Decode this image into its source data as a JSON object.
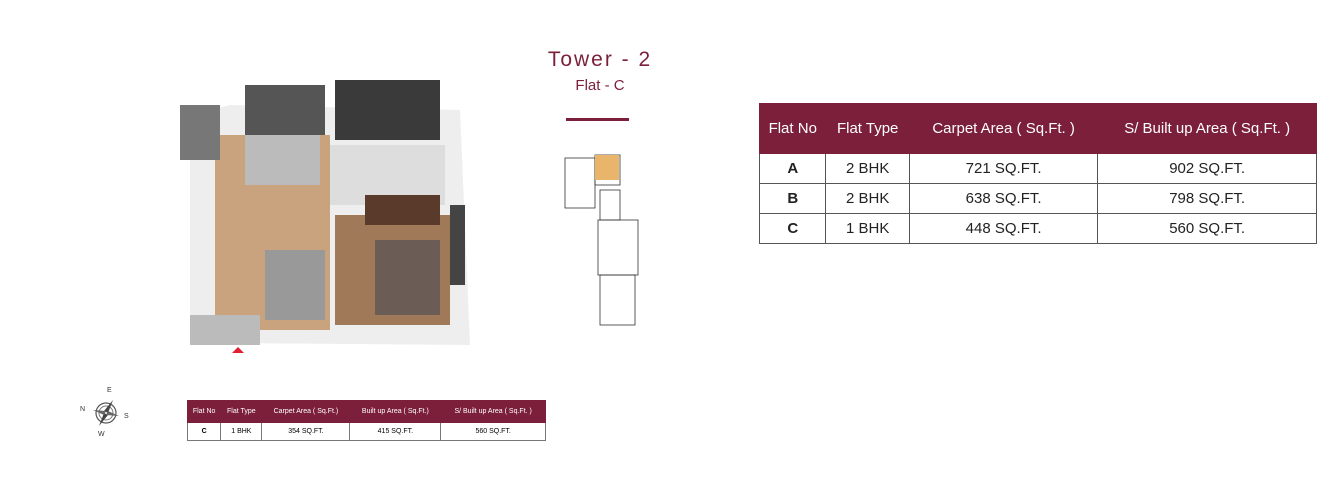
{
  "header": {
    "title": "Tower - 2",
    "subtitle": "Flat - C"
  },
  "main_table": {
    "headers": [
      "Flat No",
      "Flat Type",
      "Carpet Area ( Sq.Ft. )",
      "S/ Built up Area ( Sq.Ft. )"
    ],
    "rows": [
      [
        "A",
        "2 BHK",
        "721 SQ.FT.",
        "902 SQ.FT."
      ],
      [
        "B",
        "2 BHK",
        "638 SQ.FT.",
        "798 SQ.FT."
      ],
      [
        "C",
        "1 BHK",
        "448 SQ.FT.",
        "560 SQ.FT."
      ]
    ]
  },
  "small_table": {
    "headers": [
      "Flat No",
      "Flat Type",
      "Carpet Area ( Sq.Ft.)",
      "Built up Area ( Sq.Ft.)",
      "S/ Built up Area ( Sq.Ft. )"
    ],
    "rows": [
      [
        "C",
        "1 BHK",
        "354 SQ.FT.",
        "415 SQ.FT.",
        "560 SQ.FT."
      ]
    ]
  },
  "compass": {
    "n": "N",
    "e": "E",
    "s": "S",
    "w": "W"
  },
  "colors": {
    "accent": "#7b1f3a"
  }
}
